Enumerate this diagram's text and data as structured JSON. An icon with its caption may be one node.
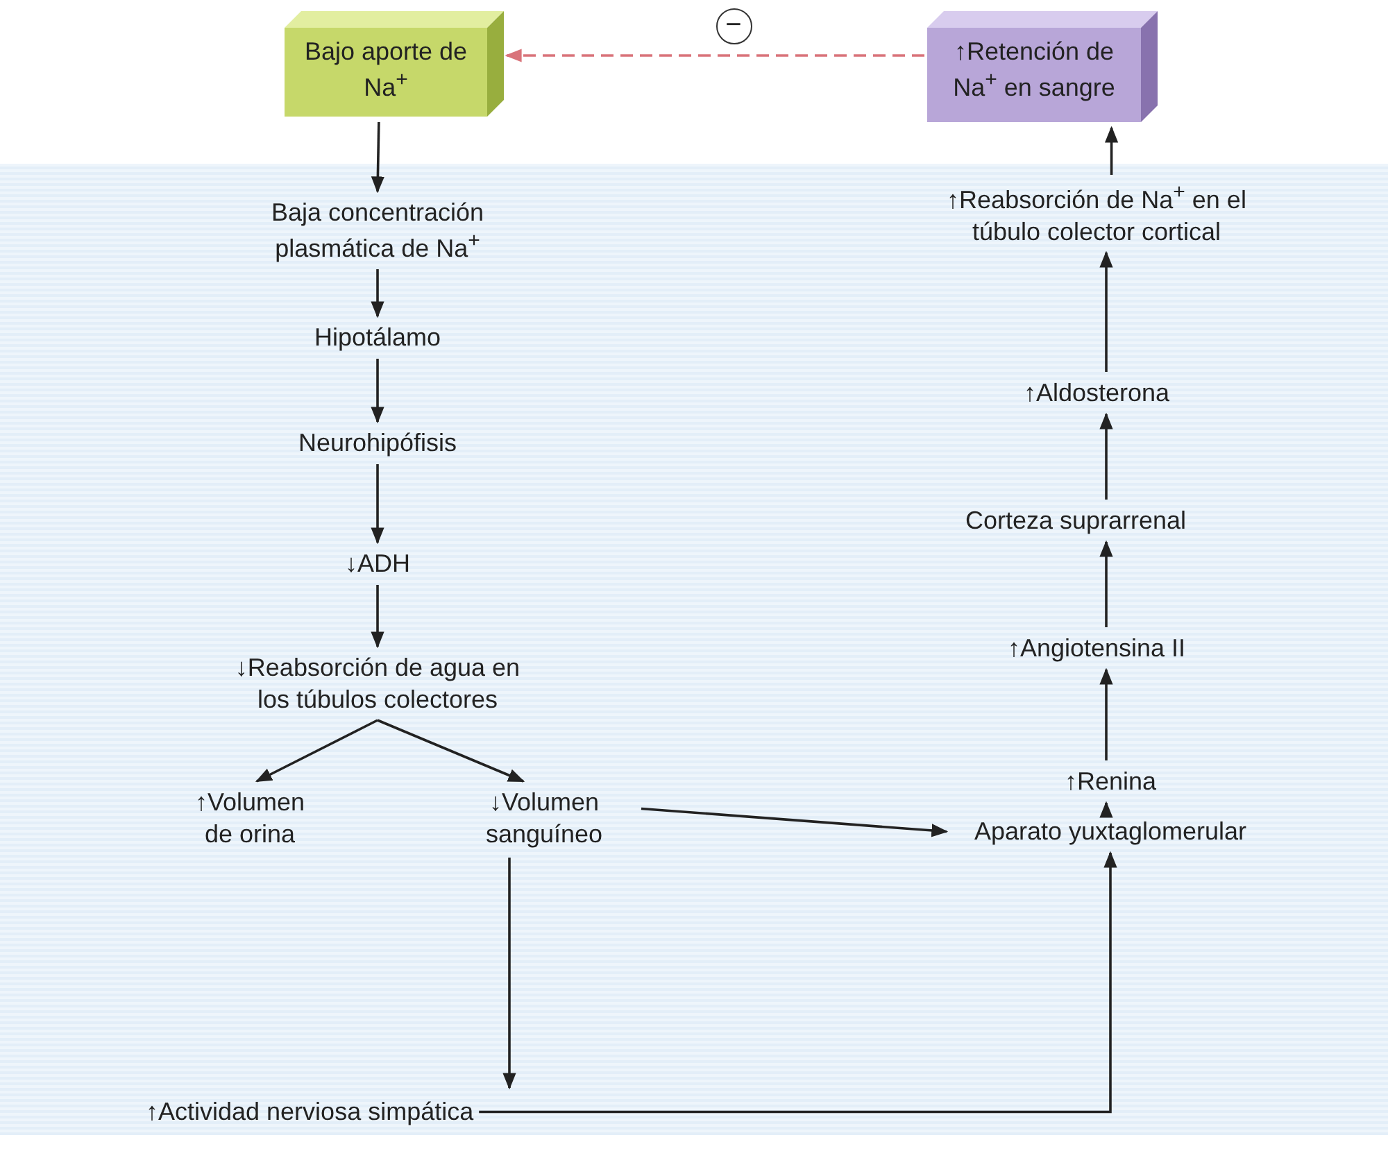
{
  "diagram": {
    "nodes": [
      {
        "text": [
          "Bajo aporte de Na$^{+}$"
        ]
      },
      {
        "text": [
          "↑Retención de Na$^{+}$ en sangre"
        ]
      },
      {
        "text": [
          "Baja concentración plasmática de Na$^{+}$"
        ]
      },
      {
        "text": [
          "Hipotálamo"
        ]
      },
      {
        "text": [
          "Neurohipófisis"
        ]
      },
      {
        "text": [
          "↓ADH"
        ]
      },
      {
        "text": [
          "↓Reabsorción de agua en los túbulos colectores"
        ]
      },
      {
        "text": [
          "↑Volumen de orina"
        ]
      },
      {
        "text": [
          "↓Volumen sanguíneo"
        ]
      },
      {
        "text": [
          "↑Actividad nerviosa simpática"
        ]
      },
      {
        "text": [
          "Aparato yuxtaglomerular"
        ]
      },
      {
        "text": [
          "↑Renina"
        ]
      },
      {
        "text": [
          "↑Angiotensina II"
        ]
      },
      {
        "text": [
          "Corteza suprarrenal"
        ]
      },
      {
        "text": [
          "↑Aldosterona"
        ]
      },
      {
        "text": [
          "↑Reabsorción de Na$^{+}$ en el túbulo colector cortical"
        ]
      }
    ],
    "edges": [
      {
        "from": 0,
        "to": 2,
        "arrow": "to"
      },
      {
        "from": 2,
        "to": 3,
        "arrow": "to"
      },
      {
        "from": 3,
        "to": 4,
        "arrow": "to"
      },
      {
        "from": 4,
        "to": 5,
        "arrow": "to"
      },
      {
        "from": 5,
        "to": 6,
        "arrow": "to"
      },
      {
        "from": 6,
        "to": 7,
        "arrow": "to"
      },
      {
        "from": 6,
        "to": 8,
        "arrow": "to"
      },
      {
        "from": 8,
        "to": 10,
        "arrow": "to"
      },
      {
        "from": 8,
        "to": 9,
        "arrow": "to"
      },
      {
        "from": 9,
        "to": 10,
        "arrow": "to"
      },
      {
        "from": 10,
        "to": 11,
        "arrow": "to"
      },
      {
        "from": 11,
        "to": 12,
        "arrow": "to"
      },
      {
        "from": 12,
        "to": 13,
        "arrow": "to"
      },
      {
        "from": 13,
        "to": 14,
        "arrow": "to"
      },
      {
        "from": 14,
        "to": 15,
        "arrow": "to"
      },
      {
        "from": 15,
        "to": 1,
        "arrow": "to"
      },
      {
        "from": 1,
        "to": 0,
        "arrow": "to",
        "label": "−",
        "style": "dashed",
        "color": "#d9737a"
      }
    ]
  }
}
